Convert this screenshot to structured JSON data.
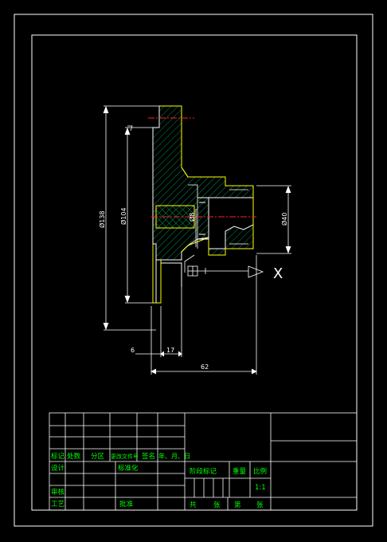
{
  "dimensions": {
    "outer_diameter": "Ø138",
    "inner_diameter": "Ø104",
    "small_diameter": "Ø40",
    "hole": "Ø8",
    "offset": "6",
    "width_a": "17",
    "total_width": "62"
  },
  "section_marker": "X",
  "title_block": {
    "row_headers": [
      "标记",
      "处数",
      "分区",
      "更改文件号",
      "签名",
      "年、月、日"
    ],
    "design": "设计",
    "standardize": "标准化",
    "review": "审核",
    "process": "工艺",
    "approve": "批准",
    "stage_mark": "阶段标记",
    "weight": "重量",
    "scale_label": "比例",
    "scale_value": "1:1",
    "total": "共",
    "sheet_unit": "张",
    "page": "第",
    "page_unit": "张"
  },
  "colors": {
    "outline": "#ffffff",
    "text": "#00ff00",
    "hatch": "#00cc66",
    "section": "#ffff00",
    "center": "#ff2020",
    "dimension": "#ffffff"
  }
}
